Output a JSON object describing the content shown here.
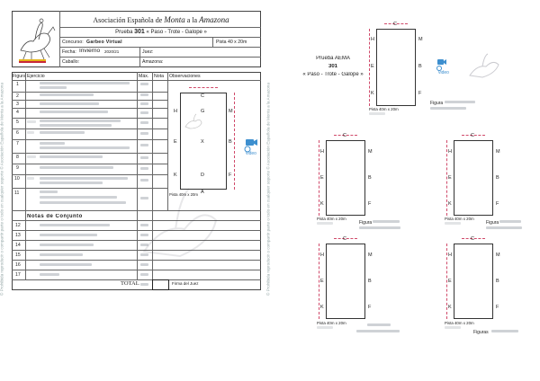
{
  "header": {
    "title_part1": "Asociación Española de",
    "title_script1": "Monta",
    "title_part2": "a la",
    "title_script2": "Amazona",
    "prueba_prefix": "Prueba",
    "prueba_num": "301",
    "prueba_suffix": "« Paso - Trote - Galope »",
    "concurso_label": "Concurso:",
    "concurso_value": "Garbeo Virtual",
    "pista": "Pista 40 x 20m",
    "fecha_label": "Fecha:",
    "fecha_value": "Invierno",
    "fecha_year": "2020/21",
    "juez_label": "Juez:",
    "caballo_label": "Caballo:",
    "amazona_label": "Amazona:"
  },
  "table": {
    "col_figura": "Figura",
    "col_ejercicio": "Ejercicio",
    "col_max": "Máx.",
    "col_nota": "Nota",
    "col_obs": "Observaciones",
    "rows": [
      "1",
      "2",
      "3",
      "4",
      "5",
      "6",
      "7",
      "8",
      "9",
      "10",
      "11"
    ],
    "conjunto_title": "Notas de Conjunto",
    "conjunto_rows": [
      "12",
      "13",
      "14",
      "15",
      "16",
      "17"
    ],
    "total_label": "TOTAL",
    "firma_label": "Firma del Juez"
  },
  "arena_letters": {
    "top": "C",
    "bottom": "A",
    "left": [
      "H",
      "E",
      "K"
    ],
    "right": [
      "M",
      "B",
      "F"
    ],
    "center": [
      "G",
      "X",
      "D"
    ]
  },
  "arena_caption": "Pista 40m x 20m",
  "video_label": "video",
  "right": {
    "title": "Prueba AEMA",
    "num": "301",
    "subtitle": "« Paso - Trote - Galope »",
    "figura_label": "Figura",
    "figuras_label": "Figuras",
    "pista_caption": "Pista 40m x 20m"
  },
  "watermark": "© Prohibida reproducir o compartir parte o todo en cualquier soporte © Asociación Española de Monta a la Amazona"
}
